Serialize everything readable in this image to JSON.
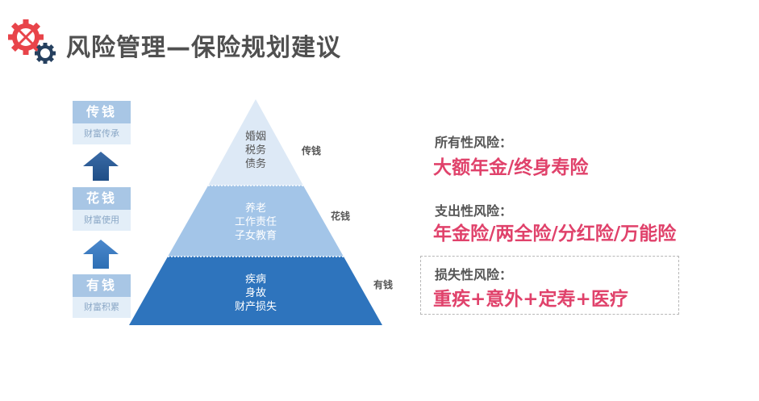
{
  "header": {
    "title": "风险管理—保险规划建议"
  },
  "ladder": [
    {
      "label": "传钱",
      "sub": "财富传承"
    },
    {
      "label": "花钱",
      "sub": "财富使用"
    },
    {
      "label": "有钱",
      "sub": "财富积累"
    }
  ],
  "pyramid": {
    "tiers": [
      {
        "lines": [
          "婚姻",
          "税务",
          "债务"
        ],
        "side": "传钱",
        "color": "#dde9f6"
      },
      {
        "lines": [
          "养老",
          "工作责任",
          "子女教育"
        ],
        "side": "花钱",
        "color": "#a3c5e8"
      },
      {
        "lines": [
          "疾病",
          "身故",
          "财产损失"
        ],
        "side": "有钱",
        "color": "#2e74bd"
      }
    ]
  },
  "recommendations": [
    {
      "category": "所有性风险：",
      "products": "大额年金/终身寿险"
    },
    {
      "category": "支出性风险：",
      "products": "年金险/两全险/分红险/万能险"
    },
    {
      "category": "损失性风险：",
      "products": "重疾+意外+定寿+医疗"
    }
  ],
  "colors": {
    "accent": "#e0426b",
    "blue_dark": "#2e74bd",
    "blue_mid": "#a3c5e8",
    "blue_light": "#dde9f6",
    "gear_red": "#e8444a",
    "gear_navy": "#26405f"
  }
}
